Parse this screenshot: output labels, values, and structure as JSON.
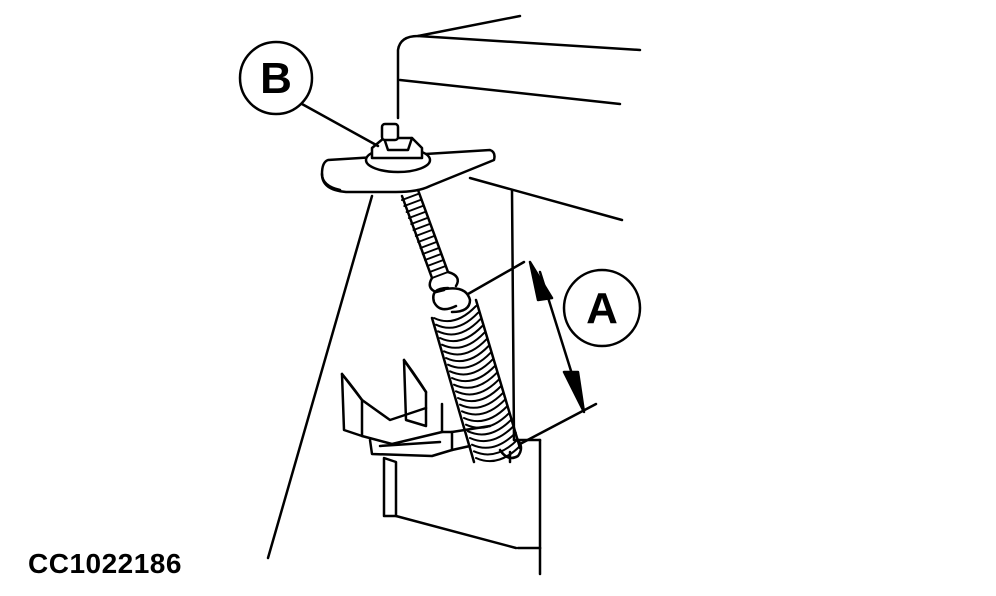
{
  "diagram": {
    "callouts": [
      {
        "id": "callout-b",
        "label": "B"
      },
      {
        "id": "callout-a",
        "label": "A"
      }
    ],
    "figure_id": "CC1022186",
    "colors": {
      "line": "#000000",
      "background": "#ffffff"
    }
  }
}
